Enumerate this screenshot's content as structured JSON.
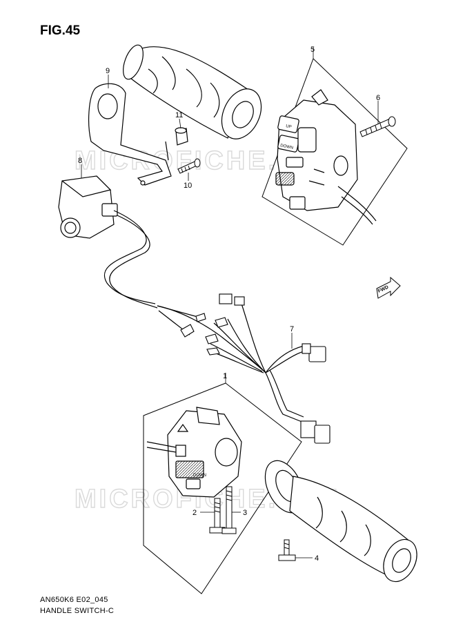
{
  "figure": {
    "title": "FIG.45",
    "code": "AN650K6 E02_045",
    "name": "HANDLE SWITCH-C"
  },
  "callouts": [
    "1",
    "2",
    "3",
    "4",
    "5",
    "6",
    "7",
    "8",
    "9",
    "10",
    "11"
  ],
  "switch_labels": {
    "up": "UP",
    "down": "DOWN",
    "down_left": "DOWN"
  },
  "direction_marker": "FWD",
  "watermark": "MICROFICHE.NET",
  "colors": {
    "line": "#000000",
    "watermark": "#d9d9d9",
    "background": "#ffffff"
  }
}
